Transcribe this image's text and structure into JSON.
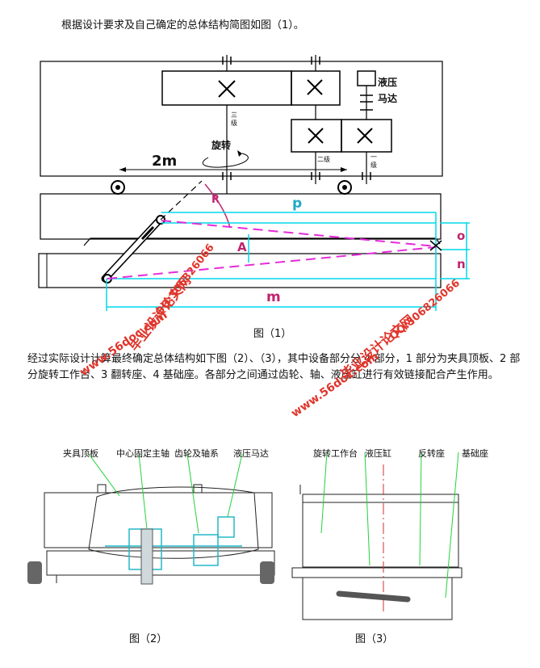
{
  "intro": "根据设计要求及自己确定的总体结构简图如图（1）。",
  "fig1": {
    "caption": "图（1）",
    "labels": {
      "hydraulic_motor_1": "液压",
      "hydraulic_motor_2": "马达",
      "rotation": "旋转",
      "level3": "三级",
      "level2": "二级",
      "level1": "一级",
      "dim_2m": "2m",
      "dim_p": "p",
      "dim_m": "m",
      "dim_A": "A",
      "dim_o": "o",
      "dim_n": "n",
      "dim_R": "R"
    }
  },
  "body_text": "经过实际设计计算最终确定总体结构如下图（2）、（3），其中设备部分分 4 部分，1 部分为夹具顶板、2 部分旋转工作台、3 翻转座、4 基础座。各部分之间通过齿轮、轴、液压缸进行有效链接配合产生作用。",
  "fig2": {
    "caption": "图（2）",
    "labels": [
      "夹具顶板",
      "中心固定主轴",
      "齿轮及轴系",
      "液压马达"
    ]
  },
  "fig3": {
    "caption": "图（3）",
    "labels": [
      "旋转工作台",
      "液压缸",
      "反转座",
      "基础座"
    ]
  },
  "watermarks": {
    "site": "www.56doc.com",
    "name": "毕业设计论文网",
    "qq": "QQ:306826066"
  }
}
